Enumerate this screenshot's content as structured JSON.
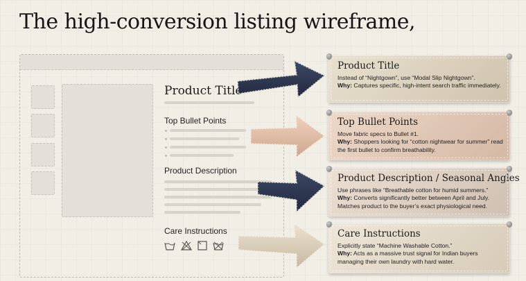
{
  "title": "The high-conversion listing wireframe,",
  "wireframe": {
    "product_title": "Product Title",
    "bullets_label": "Top Bullet Points",
    "description_label": "Product Description",
    "care_label": "Care Instructions",
    "care_icons": [
      "wash-tub-icon",
      "no-bleach-icon",
      "tumble-dry-icon",
      "no-dry-clean-icon"
    ]
  },
  "cards": [
    {
      "title": "Product Title",
      "text": "Instead of “Nightgown”, use “Modal Slip Nightgown”.",
      "why_label": "Why:",
      "why": " Captures specific, high-intent search traffic immediately."
    },
    {
      "title": "Top Bullet Points",
      "text": "Move fabric specs to Bullet #1.",
      "why_label": "Why:",
      "why": " Shoppers looking for “cotton nightwear for summer” read the first bullet to confirm breathability."
    },
    {
      "title": "Product Description / Seasonal Angles",
      "text": "Use phrases like “Breathable cotton for humid summers.”",
      "why_label": "Why:",
      "why": " Converts significantly better between April and July. Matches product to the buyer’s exact physiological need."
    },
    {
      "title": "Care Instructions",
      "text": "Explicitly state “Machine Washable Cotton.”",
      "why_label": "Why:",
      "why": " Acts as a massive trust signal for Indian buyers managing their own laundry with hard water."
    }
  ],
  "colors": {
    "background": "#f1eee6",
    "navy_arrow": "#2b3550",
    "peach_arrow": "#ddb9a2",
    "beige_arrow": "#d8cdb8"
  }
}
